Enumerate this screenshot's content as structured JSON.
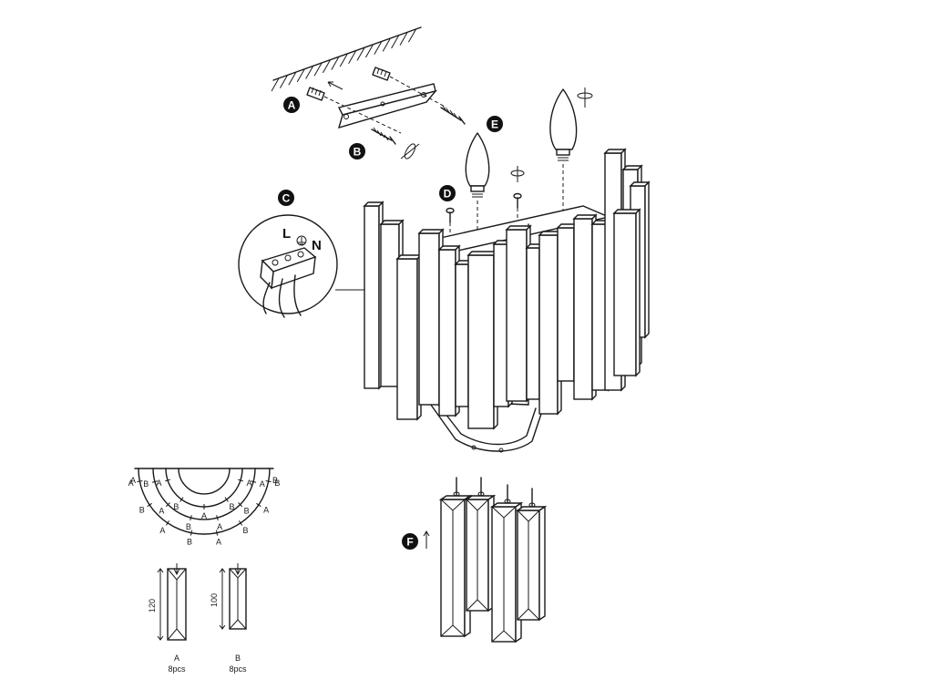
{
  "steps": {
    "a": "A",
    "b": "B",
    "c": "C",
    "d": "D",
    "e": "E",
    "f": "F"
  },
  "wiring": {
    "live": "L",
    "neutral": "N",
    "earth_icon": "earth-ground-icon"
  },
  "layout_labels": {
    "a": "A",
    "b": "B"
  },
  "crystals": [
    {
      "letter": "A",
      "length": "120",
      "quantity": "8pcs"
    },
    {
      "letter": "B",
      "length": "100",
      "quantity": "8pcs"
    }
  ],
  "icons": {
    "rotate": "rotate-arrow-icon",
    "arrow": "direction-arrow-icon"
  }
}
